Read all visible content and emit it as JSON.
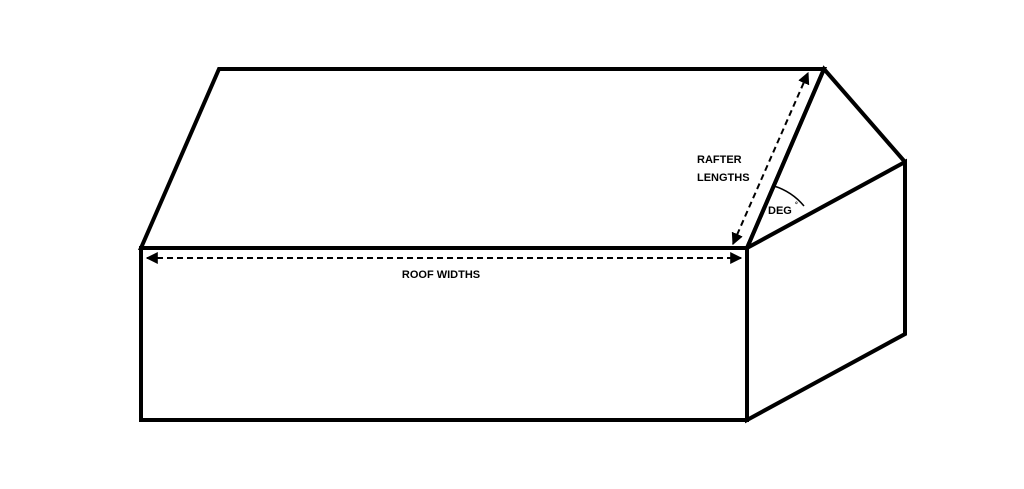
{
  "labels": {
    "roof_widths": "ROOF WIDTHS",
    "rafter_line1": "RAFTER",
    "rafter_line2": "LENGTHS",
    "angle": "DEG",
    "degree_symbol": "°"
  },
  "colors": {
    "stroke": "#000000",
    "background": "#ffffff"
  }
}
